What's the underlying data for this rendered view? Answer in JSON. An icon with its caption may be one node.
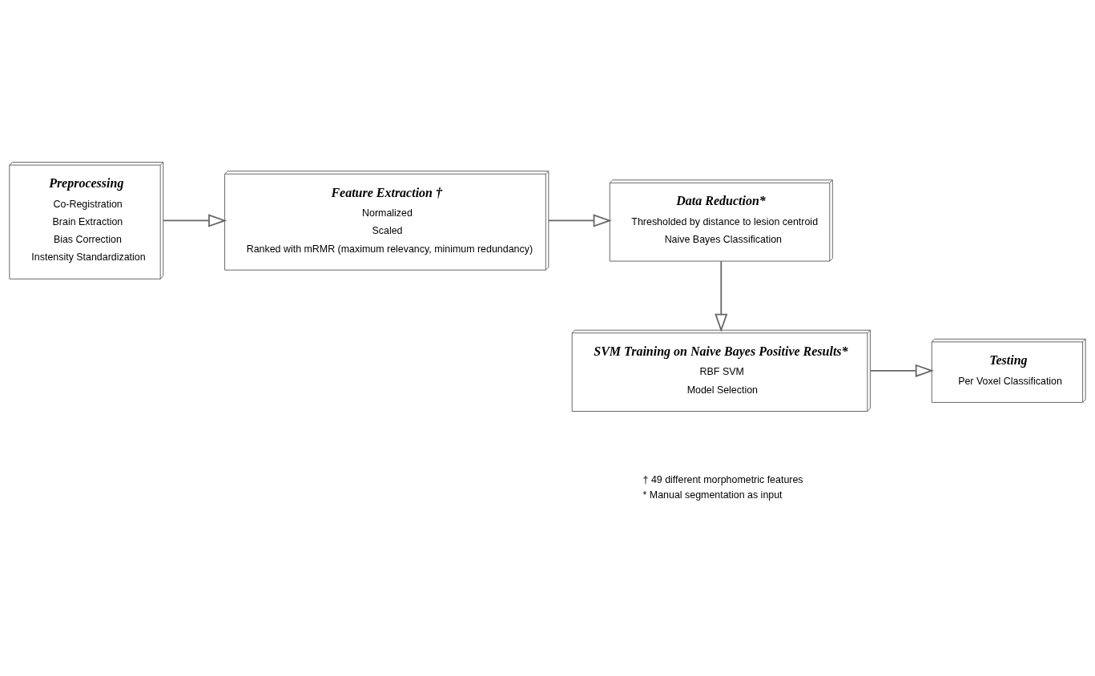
{
  "diagram": {
    "nodes": [
      {
        "text": [
          "Preprocessing",
          "Co-Registration",
          "Brain Extraction",
          "Bias Correction",
          "Instensity Standardization"
        ]
      },
      {
        "text": [
          "Feature Extraction †",
          "Normalized",
          "Scaled",
          "Ranked with mRMR (maximum relevancy, minimum redundancy)"
        ]
      },
      {
        "text": [
          "Data Reduction*",
          "Thresholded by distance to lesion centroid",
          "Naive Bayes Classification"
        ]
      },
      {
        "text": [
          "SVM Training on Naive Bayes Positive Results*",
          "RBF SVM",
          "Model Selection"
        ]
      },
      {
        "text": [
          "Testing",
          "Per Voxel Classification"
        ]
      }
    ],
    "edges": [
      {
        "from": 0,
        "to": 1,
        "arrow": "to"
      },
      {
        "from": 1,
        "to": 2,
        "arrow": "to"
      },
      {
        "from": 2,
        "to": 3,
        "arrow": "to"
      },
      {
        "from": 3,
        "to": 4,
        "arrow": "to"
      }
    ],
    "labels": [
      "† 49 different morphometric features",
      "* Manual segmentation as input"
    ]
  }
}
